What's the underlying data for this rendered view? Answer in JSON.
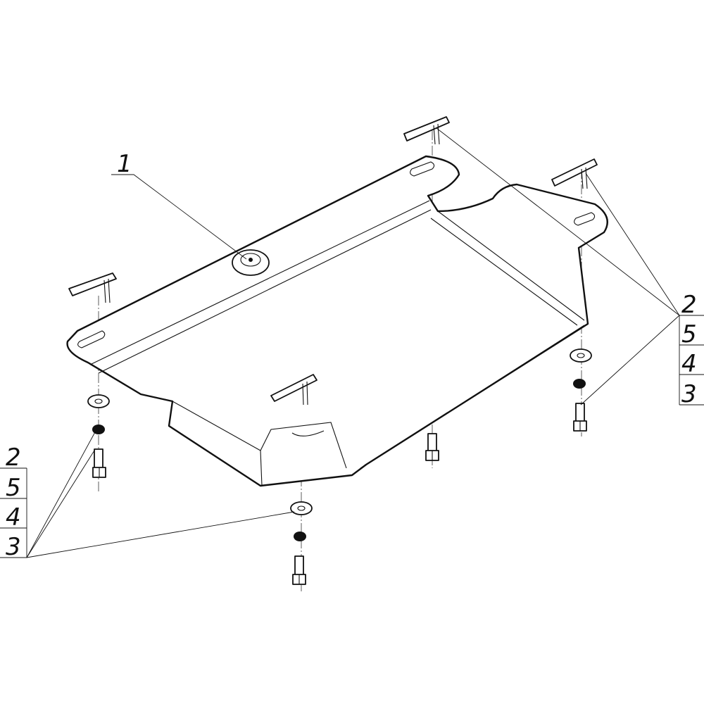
{
  "callouts": {
    "main_part": "1",
    "right_stack": [
      "2",
      "5",
      "4",
      "3"
    ],
    "left_stack": [
      "2",
      "5",
      "4",
      "3"
    ]
  }
}
